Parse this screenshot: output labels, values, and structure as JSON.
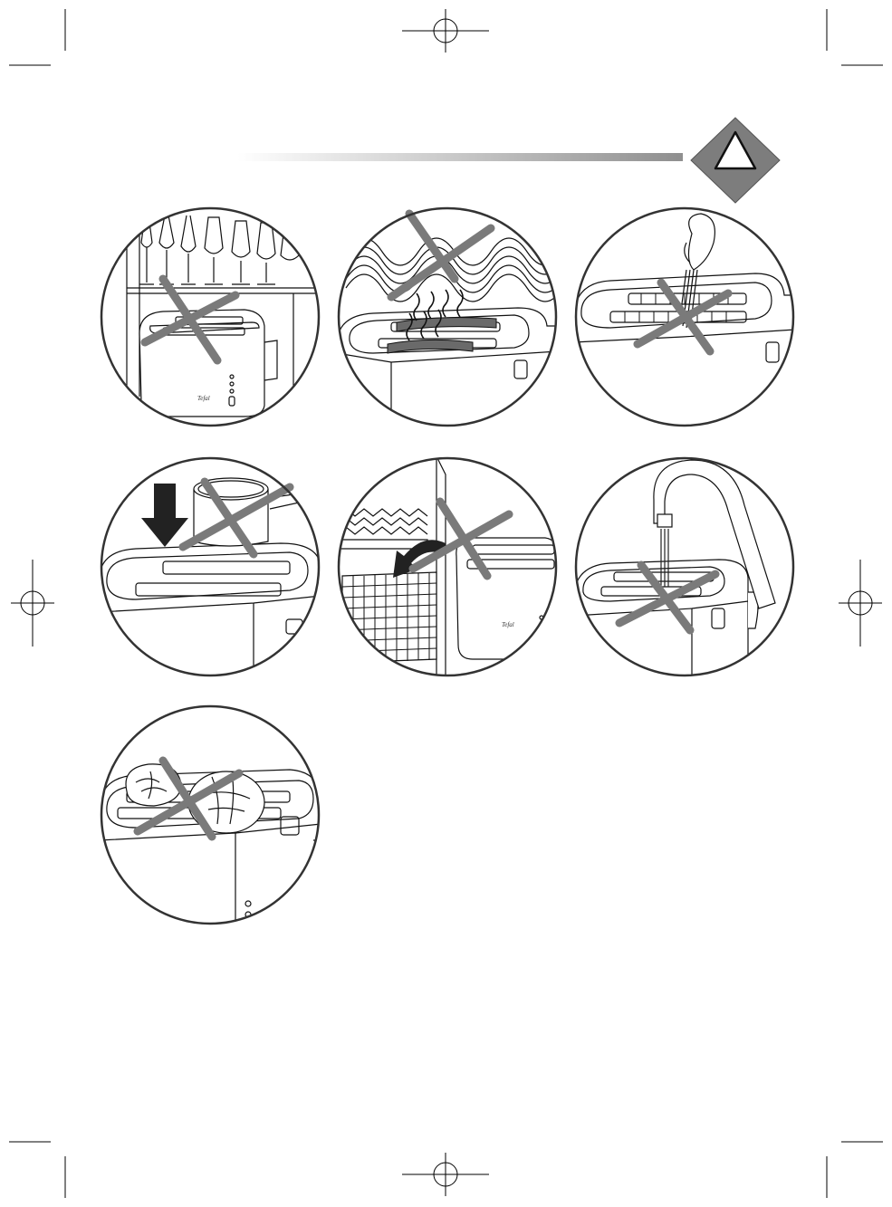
{
  "page": {
    "header": {
      "warning_symbol": "warning-triangle-icon",
      "bar_color": "#9a9a9a"
    },
    "cross_color": "#7a7a7a",
    "brand_logo": "Tefal",
    "panels": [
      {
        "name": "panel-no-use-under-cupboard",
        "icon": "toaster-under-shelf-icon",
        "prohibited": true
      },
      {
        "name": "panel-no-use-near-curtains",
        "icon": "curtains-fire-icon",
        "prohibited": true
      },
      {
        "name": "panel-no-metal-utensils",
        "icon": "fork-in-slot-icon",
        "prohibited": true
      },
      {
        "name": "panel-nothing-on-top",
        "icon": "pan-on-toaster-icon",
        "prohibited": true
      },
      {
        "name": "panel-no-dishwasher",
        "icon": "dishwasher-icon",
        "prohibited": true
      },
      {
        "name": "panel-no-water",
        "icon": "tap-water-icon",
        "prohibited": true
      },
      {
        "name": "panel-no-buns-on-top",
        "icon": "buns-on-toaster-icon",
        "prohibited": true
      }
    ]
  }
}
